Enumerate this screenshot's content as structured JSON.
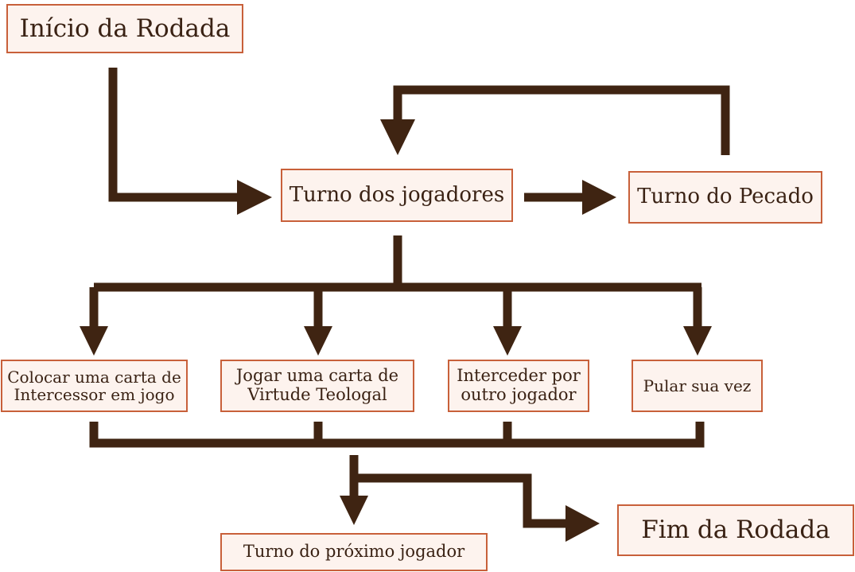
{
  "colors": {
    "arrow": "#3f2412",
    "box_border": "#c8603a",
    "box_fill": "#fdf3ee",
    "text": "#3a2214"
  },
  "nodes": {
    "inicio": "Início da Rodada",
    "turno_jogadores": "Turno dos jogadores",
    "turno_pecado": "Turno do Pecado",
    "colocar_carta": [
      "Colocar uma carta de",
      "Intercessor em jogo"
    ],
    "jogar_carta": [
      "Jogar uma carta de",
      "Virtude Teologal"
    ],
    "interceder": [
      "Interceder por",
      "outro jogador"
    ],
    "pular": "Pular sua vez",
    "proximo_jogador": "Turno do próximo jogador",
    "fim": "Fim da Rodada"
  },
  "edges": [
    {
      "from": "inicio",
      "to": "turno_jogadores"
    },
    {
      "from": "turno_jogadores",
      "to": "turno_pecado"
    },
    {
      "from": "turno_pecado",
      "to": "turno_jogadores"
    },
    {
      "from": "turno_jogadores",
      "to": "colocar_carta"
    },
    {
      "from": "turno_jogadores",
      "to": "jogar_carta"
    },
    {
      "from": "turno_jogadores",
      "to": "interceder"
    },
    {
      "from": "turno_jogadores",
      "to": "pular"
    },
    {
      "from": "colocar_carta",
      "to": "proximo_jogador"
    },
    {
      "from": "jogar_carta",
      "to": "proximo_jogador"
    },
    {
      "from": "interceder",
      "to": "proximo_jogador"
    },
    {
      "from": "pular",
      "to": "proximo_jogador"
    },
    {
      "from": "colocar_carta",
      "to": "fim"
    },
    {
      "from": "jogar_carta",
      "to": "fim"
    },
    {
      "from": "interceder",
      "to": "fim"
    },
    {
      "from": "pular",
      "to": "fim"
    }
  ]
}
